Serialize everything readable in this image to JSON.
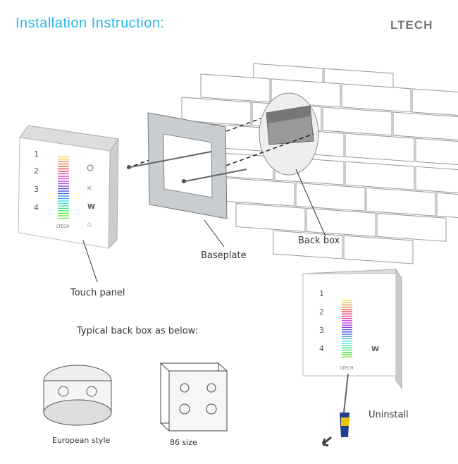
{
  "header": {
    "title": "Installation Instruction:",
    "brand": "LTECH"
  },
  "labels": {
    "back_box": "Back box",
    "baseplate": "Baseplate",
    "touch_panel": "Touch panel",
    "typical": "Typical back box as below:",
    "european": "European style",
    "size86": "86 size",
    "uninstall": "Uninstall"
  },
  "panel": {
    "zones": [
      "1",
      "2",
      "3",
      "4"
    ],
    "w_key": "W",
    "brand": "LTECH"
  },
  "colors": {
    "accent": "#2bb7ea"
  }
}
